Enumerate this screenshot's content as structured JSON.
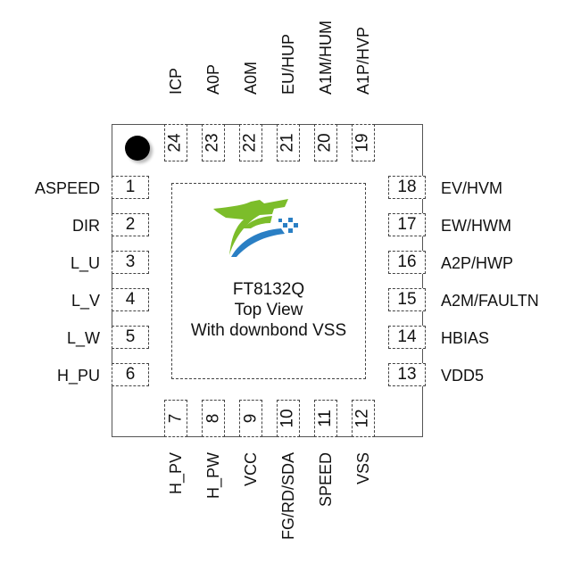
{
  "chip": {
    "part_number": "FT8132Q",
    "view": "Top View",
    "note": "With downbond VSS",
    "logo": "fortior-logo",
    "colors": {
      "logo_green": "#7cbd2a",
      "logo_blue": "#2a7fc4",
      "outline": "#555555"
    }
  },
  "pins": {
    "left": [
      {
        "num": "1",
        "name": "ASPEED"
      },
      {
        "num": "2",
        "name": "DIR"
      },
      {
        "num": "3",
        "name": "L_U"
      },
      {
        "num": "4",
        "name": "L_V"
      },
      {
        "num": "5",
        "name": "L_W"
      },
      {
        "num": "6",
        "name": "H_PU"
      }
    ],
    "bottom": [
      {
        "num": "7",
        "name": "H_PV"
      },
      {
        "num": "8",
        "name": "H_PW"
      },
      {
        "num": "9",
        "name": "VCC"
      },
      {
        "num": "10",
        "name": "FG/RD/SDA"
      },
      {
        "num": "11",
        "name": "SPEED"
      },
      {
        "num": "12",
        "name": "VSS"
      }
    ],
    "right": [
      {
        "num": "18",
        "name": "EV/HVM"
      },
      {
        "num": "17",
        "name": "EW/HWM"
      },
      {
        "num": "16",
        "name": "A2P/HWP"
      },
      {
        "num": "15",
        "name": "A2M/FAULTN"
      },
      {
        "num": "14",
        "name": "HBIAS"
      },
      {
        "num": "13",
        "name": "VDD5"
      }
    ],
    "top": [
      {
        "num": "24",
        "name": "ICP"
      },
      {
        "num": "23",
        "name": "A0P"
      },
      {
        "num": "22",
        "name": "A0M"
      },
      {
        "num": "21",
        "name": "EU/HUP"
      },
      {
        "num": "20",
        "name": "A1M/HUM"
      },
      {
        "num": "19",
        "name": "A1P/HVP"
      }
    ]
  }
}
